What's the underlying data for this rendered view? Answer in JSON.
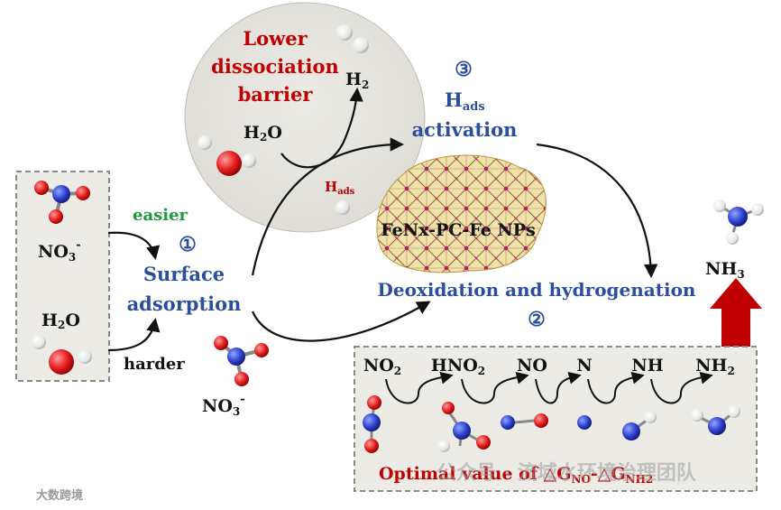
{
  "top_circle": {
    "lower_line1": "Lower",
    "lower_line2": "dissociation",
    "lower_line3": "barrier",
    "h2_label": "H",
    "h2_sub": "2",
    "h2o_label": "H",
    "h2o_sub": "2",
    "h2o_label_end": "O",
    "hads_label": "H",
    "hads_sub": "ads"
  },
  "left_box": {
    "no3_label": "NO",
    "no3_sub": "3",
    "no3_sup": "-",
    "h2o_label": "H",
    "h2o_sub": "2",
    "h2o_label_end": "O"
  },
  "step1": {
    "number": "①",
    "easier": "easier",
    "harder": "harder",
    "title_line1": "Surface",
    "title_line2": "adsorption"
  },
  "middle": {
    "no3_label": "NO",
    "no3_sub": "3",
    "no3_sup": "-",
    "catalyst_label": "FeNx-PC-Fe NPs"
  },
  "step3": {
    "number": "③",
    "hads_label": "H",
    "hads_sub": "ads",
    "activation": "activation"
  },
  "step2": {
    "title": "Deoxidation and hydrogenation",
    "number": "②"
  },
  "product": {
    "label": "NH",
    "sub": "3"
  },
  "pathway": [
    {
      "main": "NO",
      "sub": "2"
    },
    {
      "main": "HNO",
      "sub": "2"
    },
    {
      "main": "NO",
      "sub": ""
    },
    {
      "main": "N",
      "sub": ""
    },
    {
      "main": "NH",
      "sub": ""
    },
    {
      "main": "NH",
      "sub": "2"
    }
  ],
  "optimal_text": "Optimal value of △G",
  "optimal_sub1": "NO",
  "optimal_mid": "-△G",
  "optimal_sub2": "NH2",
  "watermark_right": "公众号 · 流域水环境治理团队",
  "watermark_left": "大数跨境",
  "colors": {
    "blue_label": "#2b4f9c",
    "red_label": "#c00000",
    "green_label": "#1f9a3a",
    "panel_fill": "#ecebe6",
    "arrow_red": "#c00000"
  }
}
